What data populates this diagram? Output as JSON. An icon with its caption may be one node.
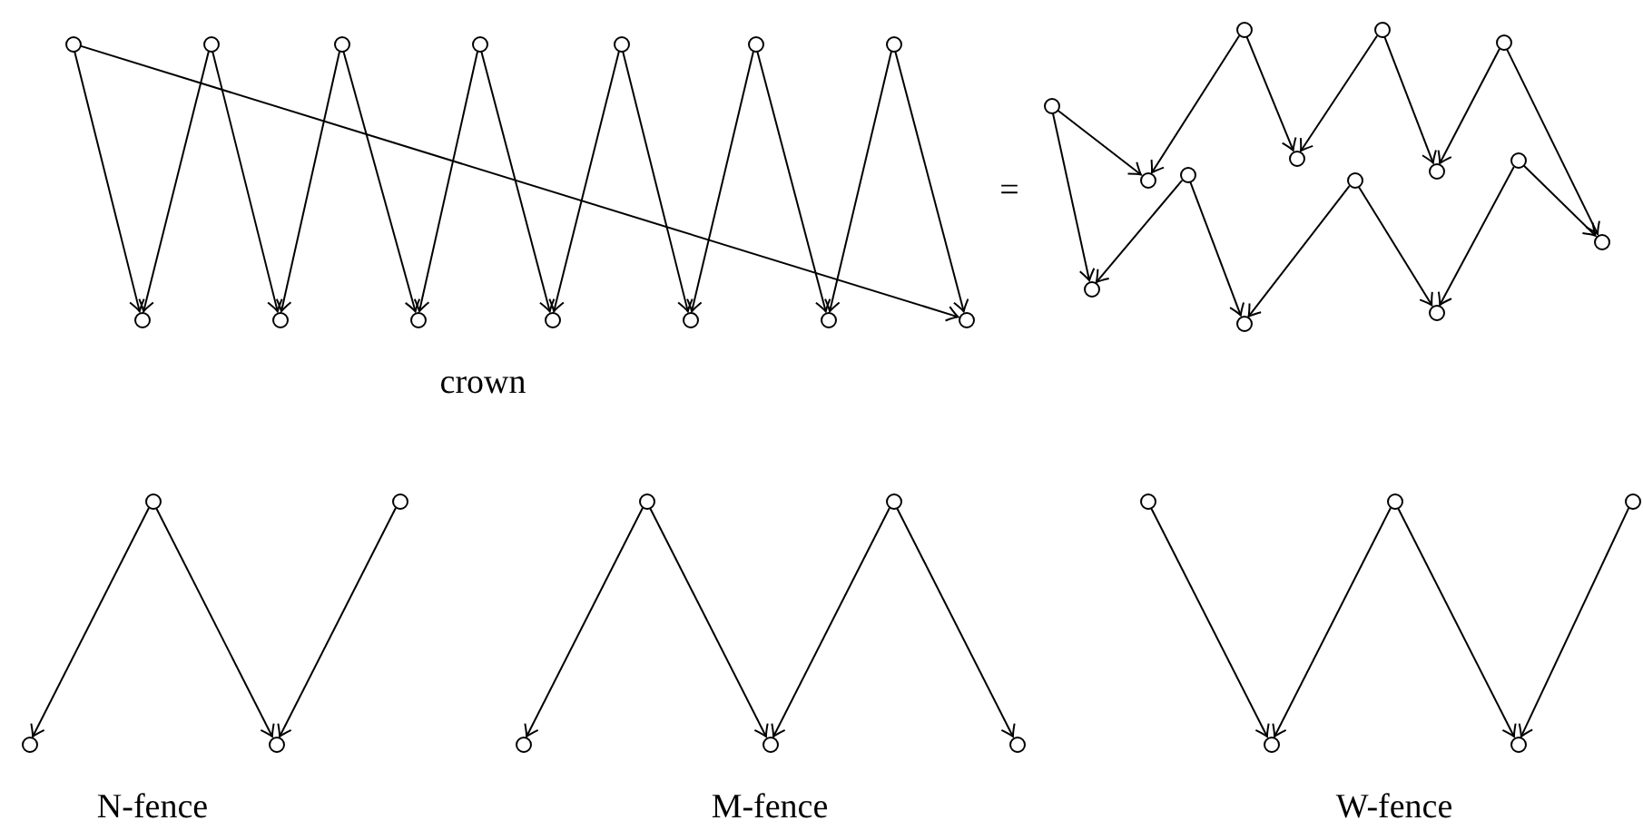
{
  "diagram": {
    "nodes": [
      {
        "text": [],
        "shape": "circle"
      },
      {
        "text": [],
        "shape": "circle"
      },
      {
        "text": [],
        "shape": "circle"
      },
      {
        "text": [],
        "shape": "circle"
      },
      {
        "text": [],
        "shape": "circle"
      },
      {
        "text": [],
        "shape": "circle"
      },
      {
        "text": [],
        "shape": "circle"
      },
      {
        "text": [],
        "shape": "circle"
      },
      {
        "text": [],
        "shape": "circle"
      },
      {
        "text": [],
        "shape": "circle"
      },
      {
        "text": [],
        "shape": "circle"
      },
      {
        "text": [],
        "shape": "circle"
      },
      {
        "text": [],
        "shape": "circle"
      },
      {
        "text": [],
        "shape": "circle"
      },
      {
        "text": [],
        "shape": "circle"
      },
      {
        "text": [],
        "shape": "circle"
      },
      {
        "text": [],
        "shape": "circle"
      },
      {
        "text": [],
        "shape": "circle"
      },
      {
        "text": [],
        "shape": "circle"
      },
      {
        "text": [],
        "shape": "circle"
      },
      {
        "text": [],
        "shape": "circle"
      },
      {
        "text": [],
        "shape": "circle"
      },
      {
        "text": [],
        "shape": "circle"
      },
      {
        "text": [],
        "shape": "circle"
      },
      {
        "text": [],
        "shape": "circle"
      },
      {
        "text": [],
        "shape": "circle"
      },
      {
        "text": [],
        "shape": "circle"
      },
      {
        "text": [],
        "shape": "circle"
      },
      {
        "text": [],
        "shape": "circle"
      },
      {
        "text": [],
        "shape": "circle"
      },
      {
        "text": [],
        "shape": "circle"
      },
      {
        "text": [],
        "shape": "circle"
      },
      {
        "text": [],
        "shape": "circle"
      },
      {
        "text": [],
        "shape": "circle"
      },
      {
        "text": [],
        "shape": "circle"
      },
      {
        "text": [],
        "shape": "circle"
      },
      {
        "text": [],
        "shape": "circle"
      },
      {
        "text": [],
        "shape": "circle"
      },
      {
        "text": [],
        "shape": "circle"
      },
      {
        "text": [],
        "shape": "circle"
      },
      {
        "text": [],
        "shape": "circle"
      },
      {
        "text": [],
        "shape": "circle"
      }
    ],
    "edges": [
      {
        "from": 0,
        "to": 7,
        "arrow": "to"
      },
      {
        "from": 1,
        "to": 7,
        "arrow": "to"
      },
      {
        "from": 1,
        "to": 8,
        "arrow": "to"
      },
      {
        "from": 2,
        "to": 8,
        "arrow": "to"
      },
      {
        "from": 2,
        "to": 9,
        "arrow": "to"
      },
      {
        "from": 3,
        "to": 9,
        "arrow": "to"
      },
      {
        "from": 3,
        "to": 10,
        "arrow": "to"
      },
      {
        "from": 4,
        "to": 10,
        "arrow": "to"
      },
      {
        "from": 4,
        "to": 11,
        "arrow": "to"
      },
      {
        "from": 5,
        "to": 11,
        "arrow": "to"
      },
      {
        "from": 5,
        "to": 12,
        "arrow": "to"
      },
      {
        "from": 6,
        "to": 12,
        "arrow": "to"
      },
      {
        "from": 6,
        "to": 13,
        "arrow": "to"
      },
      {
        "from": 0,
        "to": 13,
        "arrow": "to"
      },
      {
        "from": 14,
        "to": 15,
        "arrow": "to"
      },
      {
        "from": 16,
        "to": 15,
        "arrow": "to"
      },
      {
        "from": 16,
        "to": 17,
        "arrow": "to"
      },
      {
        "from": 18,
        "to": 17,
        "arrow": "to"
      },
      {
        "from": 18,
        "to": 19,
        "arrow": "to"
      },
      {
        "from": 20,
        "to": 19,
        "arrow": "to"
      },
      {
        "from": 20,
        "to": 21,
        "arrow": "to"
      },
      {
        "from": 22,
        "to": 21,
        "arrow": "to"
      },
      {
        "from": 14,
        "to": 23,
        "arrow": "to"
      },
      {
        "from": 24,
        "to": 23,
        "arrow": "to"
      },
      {
        "from": 24,
        "to": 25,
        "arrow": "to"
      },
      {
        "from": 26,
        "to": 25,
        "arrow": "to"
      },
      {
        "from": 26,
        "to": 27,
        "arrow": "to"
      },
      {
        "from": 22,
        "to": 27,
        "arrow": "to"
      },
      {
        "from": 28,
        "to": 30,
        "arrow": "to"
      },
      {
        "from": 28,
        "to": 31,
        "arrow": "to"
      },
      {
        "from": 29,
        "to": 31,
        "arrow": "to"
      },
      {
        "from": 32,
        "to": 34,
        "arrow": "to"
      },
      {
        "from": 32,
        "to": 35,
        "arrow": "to"
      },
      {
        "from": 33,
        "to": 35,
        "arrow": "to"
      },
      {
        "from": 33,
        "to": 36,
        "arrow": "to"
      },
      {
        "from": 37,
        "to": 40,
        "arrow": "to"
      },
      {
        "from": 38,
        "to": 40,
        "arrow": "to"
      },
      {
        "from": 38,
        "to": 41,
        "arrow": "to"
      },
      {
        "from": 39,
        "to": 41,
        "arrow": "to"
      }
    ],
    "labels": [
      "=",
      "crown",
      "N-fence",
      "M-fence",
      "W-fence"
    ]
  }
}
